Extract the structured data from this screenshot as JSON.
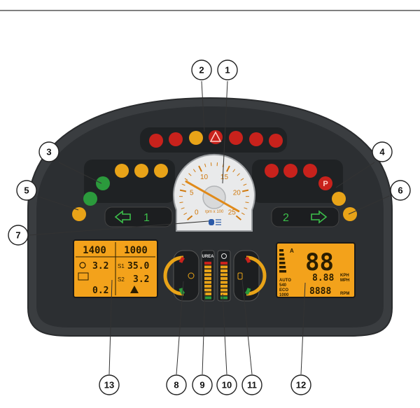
{
  "callouts": [
    "1",
    "2",
    "3",
    "4",
    "5",
    "6",
    "7",
    "8",
    "9",
    "10",
    "11",
    "12",
    "13"
  ],
  "tachometer": {
    "scale_labels": [
      "0",
      "5",
      "10",
      "15",
      "20",
      "25"
    ],
    "unit_label": "rpm x 100",
    "needle_value": 24
  },
  "left_lcd": {
    "top_left": "1400",
    "top_right": "1000",
    "row1_left": "3.2",
    "row1_right_label": "S1",
    "row1_right": "35.0",
    "row2_right_label": "S2",
    "row2_right": "3.2",
    "row3_left": "0.2"
  },
  "right_lcd": {
    "big_digits": "88",
    "mid_digits": "8.88",
    "mid_unit_top": "KPH",
    "mid_unit_bottom": "MPH",
    "bottom_digits": "8888",
    "bottom_unit": "RPM",
    "mode_labels": [
      "AUTO",
      "540",
      "ECO",
      "1000"
    ],
    "top_letter": "A"
  },
  "gauges": {
    "urea_label": "UREA"
  },
  "colors": {
    "bezel": "#3a3d40",
    "panel": "#26292b",
    "lcd": "#f3a21b",
    "red_lamp": "#c8221c",
    "amber_lamp": "#e8a318",
    "green_lamp": "#2b9a3c",
    "arrow_green": "#3cbf4a",
    "callout_line": "#333333"
  },
  "icons": [
    "turn-left-arrow-icon",
    "turn-right-arrow-icon",
    "headlight-icon",
    "fuel-icon",
    "temperature-icon",
    "parking-brake-icon"
  ]
}
